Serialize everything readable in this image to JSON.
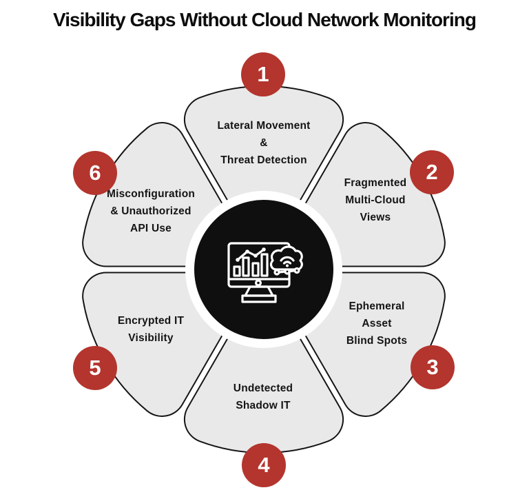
{
  "title": "Visibility Gaps Without Cloud Network Monitoring",
  "colors": {
    "badge_red": "#b3352e",
    "petal_gray": "#e9e9e9",
    "outline_black": "#151515",
    "center_black": "#0f0f0f",
    "background": "#ffffff",
    "text": "#0d0d0d"
  },
  "center": {
    "icon": "cloud-network-monitoring-icon",
    "icon_description": "monitor with bar chart, trend line, cloud with wifi and network nodes"
  },
  "petals": [
    {
      "number": "1",
      "label": "Lateral Movement\n&\nThreat Detection"
    },
    {
      "number": "2",
      "label": "Fragmented\nMulti-Cloud\nViews"
    },
    {
      "number": "3",
      "label": "Ephemeral\nAsset\nBlind Spots"
    },
    {
      "number": "4",
      "label": "Undetected\nShadow IT"
    },
    {
      "number": "5",
      "label": "Encrypted IT\nVisibility"
    },
    {
      "number": "6",
      "label": "Misconfiguration\n& Unauthorized\nAPI Use"
    }
  ]
}
